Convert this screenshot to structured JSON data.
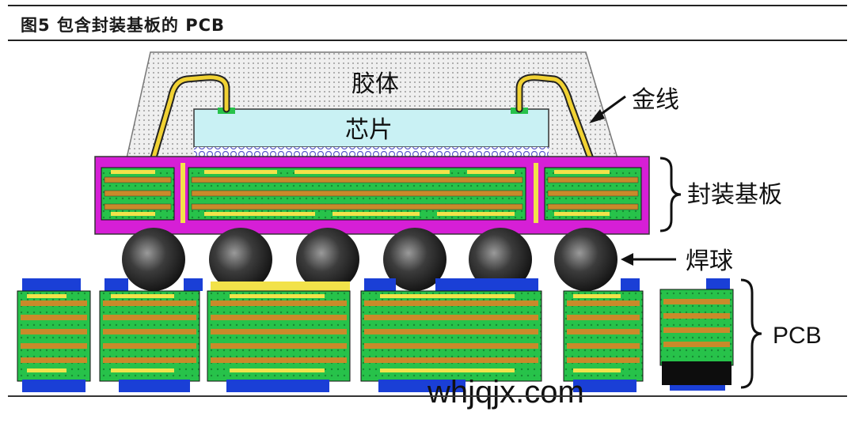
{
  "header": {
    "title": "图5  包含封装基板的 PCB"
  },
  "diagram": {
    "labels": {
      "colloid": "胶体",
      "chip": "芯片",
      "gold_wire": "金线",
      "substrate": "封装基板",
      "solder_ball": "焊球",
      "pcb": "PCB"
    },
    "colors": {
      "colloid": "#e6e6e6",
      "chip": "#c9f1f4",
      "substrate_mold": "#d61fd6",
      "copper_green": "#27c24a",
      "trace_orange": "#c98a2a",
      "trace_yellow": "#f2e24a",
      "solder_ball": "#3a3a3a",
      "pad_blue": "#1a3fd6",
      "gold_wire": "#f1d233"
    }
  },
  "watermark": {
    "text": "whjqjx.com"
  }
}
